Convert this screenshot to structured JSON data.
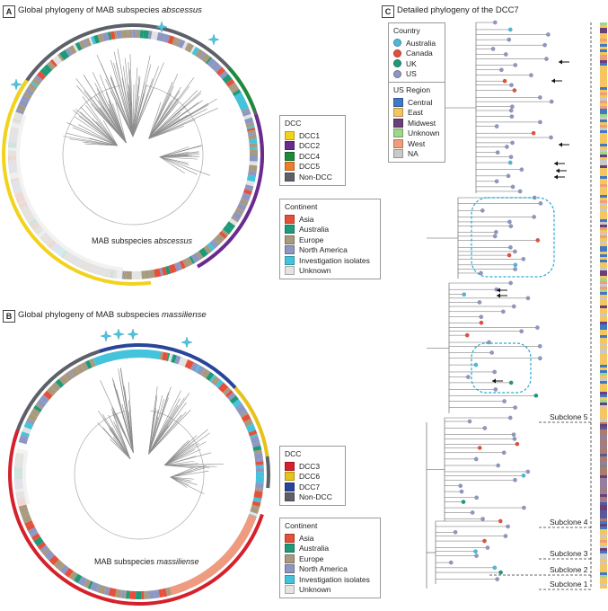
{
  "panelA": {
    "tag": "A",
    "title_prefix": "Global phylogeny of MAB subspecies ",
    "title_italic": "abscessus",
    "center_prefix": "MAB subspecies ",
    "center_italic": "abscessus",
    "dcc_legend": {
      "title": "DCC",
      "items": [
        {
          "label": "DCC1",
          "color": "#f2d21b"
        },
        {
          "label": "DCC2",
          "color": "#6b2a8e"
        },
        {
          "label": "DCC4",
          "color": "#1f8a3b"
        },
        {
          "label": "DCC5",
          "color": "#ef7e2a"
        },
        {
          "label": "Non-DCC",
          "color": "#5d6068"
        }
      ]
    },
    "continent_legend": {
      "title": "Continent",
      "items": [
        {
          "label": "Asia",
          "color": "#e5503a"
        },
        {
          "label": "Australia",
          "color": "#1e9a78"
        },
        {
          "label": "Europe",
          "color": "#a89a7f"
        },
        {
          "label": "North America",
          "color": "#8e97c2"
        },
        {
          "label": "Investigation isolates",
          "color": "#44c4dc"
        },
        {
          "label": "Unknown",
          "color": "#e3e3e3"
        }
      ]
    }
  },
  "panelB": {
    "tag": "B",
    "title_prefix": "Global phylogeny of MAB subspecies ",
    "title_italic": "massiliense",
    "center_prefix": "MAB subspecies ",
    "center_italic": "massiliense",
    "dcc_legend": {
      "title": "DCC",
      "items": [
        {
          "label": "DCC3",
          "color": "#d4212b"
        },
        {
          "label": "DCC6",
          "color": "#e7c21a"
        },
        {
          "label": "DCC7",
          "color": "#28459a"
        },
        {
          "label": "Non-DCC",
          "color": "#5d6068"
        }
      ]
    },
    "continent_legend": {
      "title": "Continent",
      "items": [
        {
          "label": "Asia",
          "color": "#e5503a"
        },
        {
          "label": "Australia",
          "color": "#1e9a78"
        },
        {
          "label": "Europe",
          "color": "#a89a7f"
        },
        {
          "label": "North America",
          "color": "#8e97c2"
        },
        {
          "label": "Investigation isolates",
          "color": "#44c4dc"
        },
        {
          "label": "Unknown",
          "color": "#e3e3e3"
        }
      ]
    }
  },
  "panelC": {
    "tag": "C",
    "title": "Detailed phylogeny of the DCC7",
    "country_legend": {
      "title": "Country",
      "items": [
        {
          "label": "Australia",
          "color": "#4fb8d8"
        },
        {
          "label": "Canada",
          "color": "#e5503a"
        },
        {
          "label": "UK",
          "color": "#1e9a78"
        },
        {
          "label": "US",
          "color": "#8e97c2"
        }
      ]
    },
    "region_legend": {
      "title": "US Region",
      "items": [
        {
          "label": "Central",
          "color": "#3f79c4"
        },
        {
          "label": "East",
          "color": "#f5c562"
        },
        {
          "label": "Midwest",
          "color": "#6c3f78"
        },
        {
          "label": "Unknown",
          "color": "#9fd68c"
        },
        {
          "label": "West",
          "color": "#f09d7a"
        },
        {
          "label": "NA",
          "color": "#c9c9c9"
        }
      ]
    },
    "subclones": [
      "Subclone 5",
      "Subclone 4",
      "Subclone 3",
      "Subclone 2",
      "Subclone 1"
    ]
  }
}
